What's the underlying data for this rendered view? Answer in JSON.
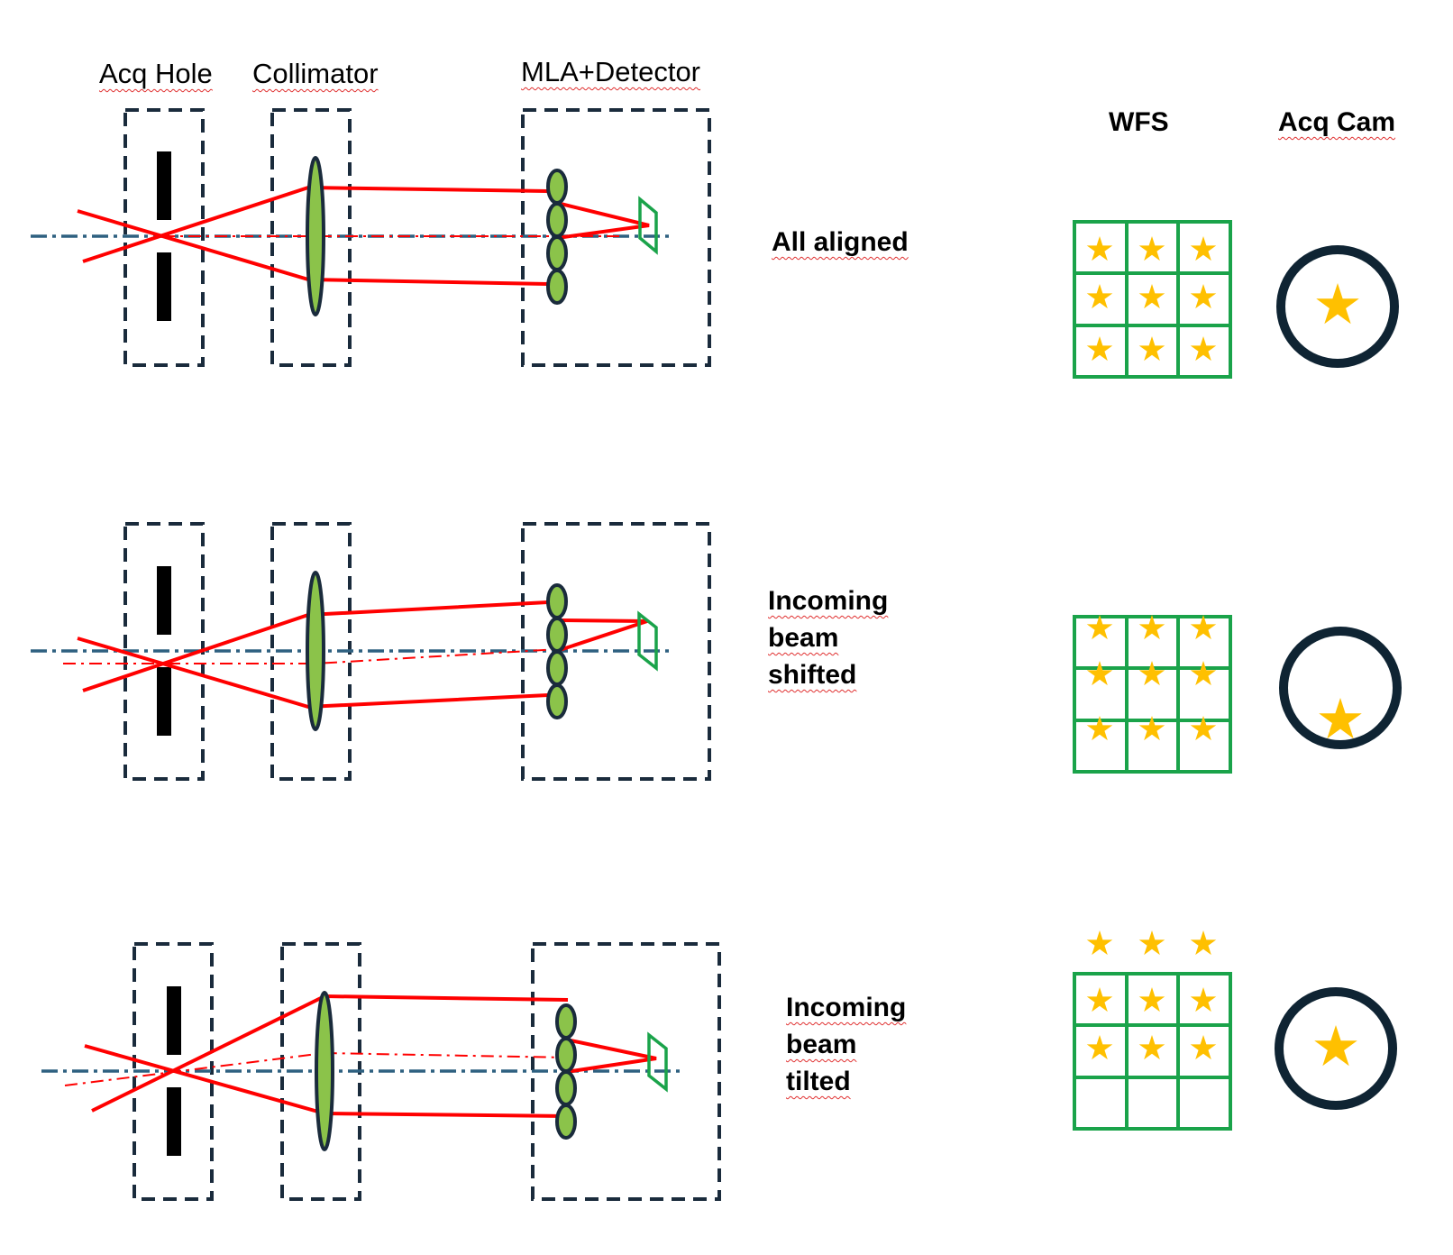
{
  "header": {
    "acq_hole": "Acq Hole",
    "collimator": "Collimator",
    "mla_detector": "MLA+Detector",
    "wfs": "WFS",
    "acq_cam": "Acq Cam"
  },
  "rows": [
    {
      "label_lines": [
        "All aligned"
      ]
    },
    {
      "label_lines": [
        "Incoming",
        "beam",
        "shifted"
      ]
    },
    {
      "label_lines": [
        "Incoming",
        "beam",
        "tilted"
      ]
    }
  ],
  "colors": {
    "ray": "#ff0000",
    "box": "#1a2b3c",
    "axis": "#2e6080",
    "lens_fill": "#8bc34a",
    "lens_stroke": "#1a2b3c",
    "detector": "#1aa34a",
    "grid": "#1aa34a",
    "star": "#ffc000",
    "ring": "#0f2433"
  }
}
